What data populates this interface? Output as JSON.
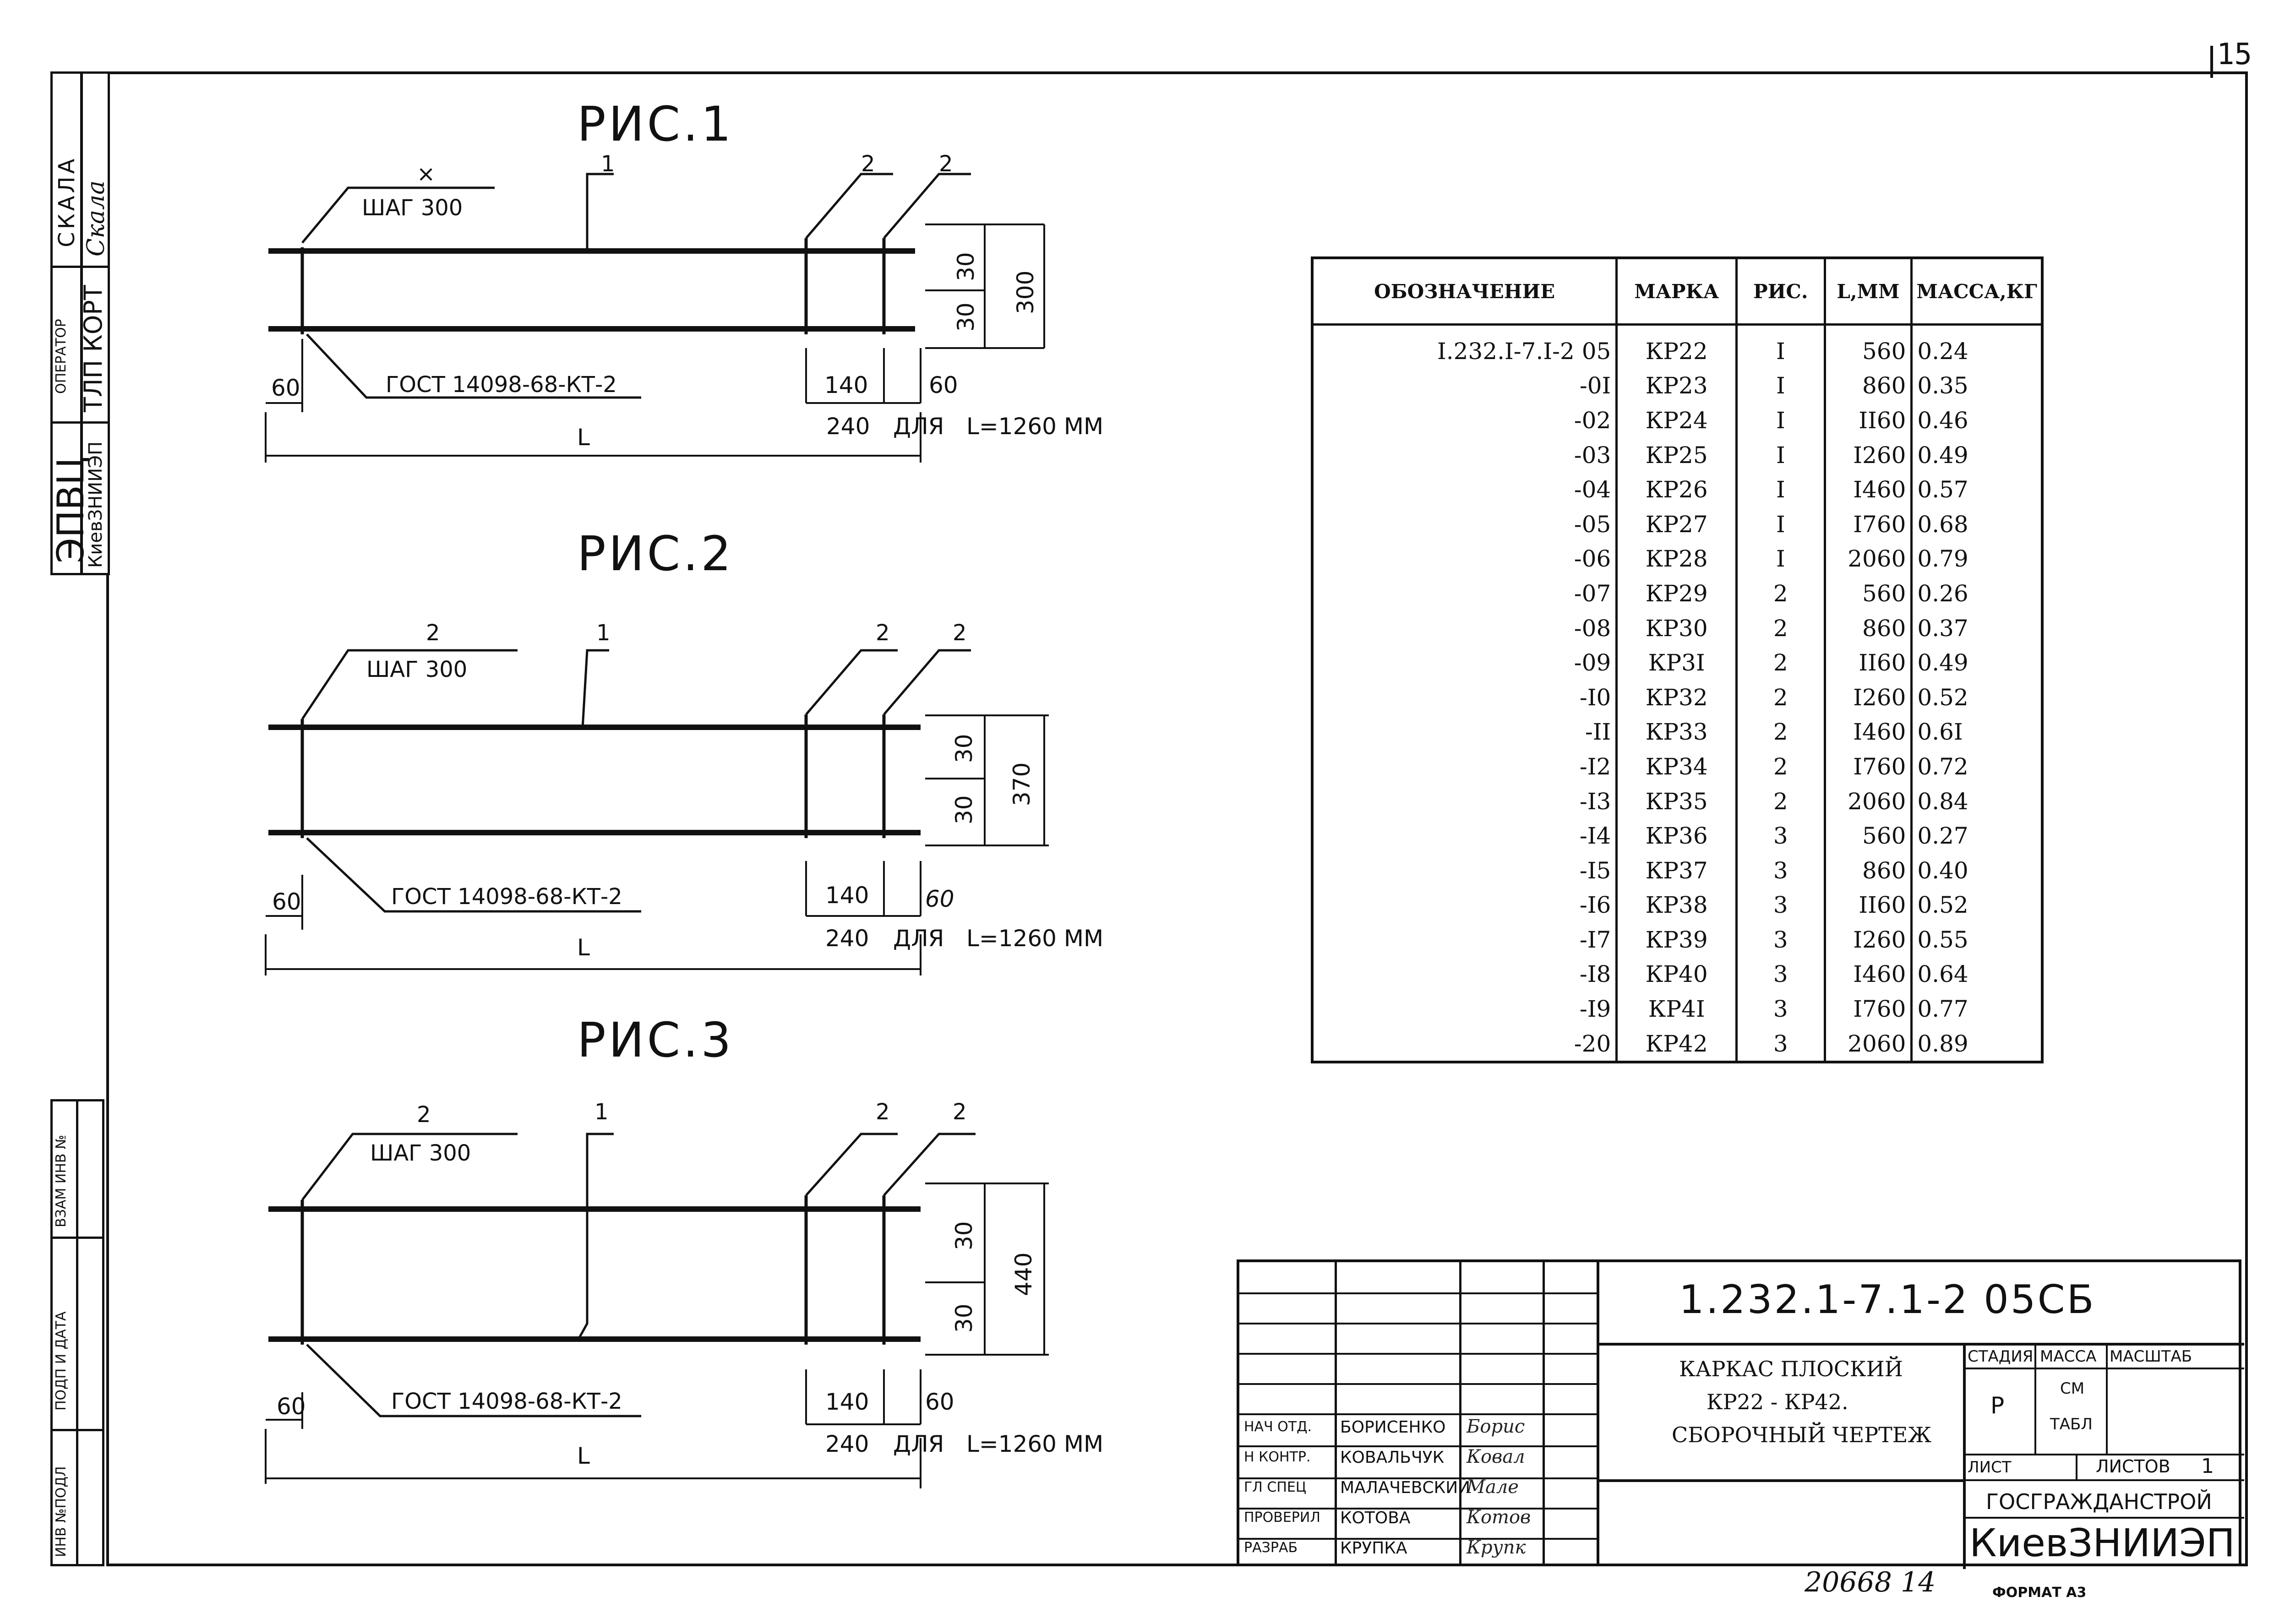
{
  "sheet_number": "15",
  "side_panel": {
    "scale_label": "СКАЛА",
    "scale_signature": "Скала",
    "operator_label": "ОПЕРАТОР",
    "operator_name": "ТЛП КОРТ",
    "org_short": "ЭПВЦ",
    "org_name": "КиевЗНИИЭП",
    "stamp_fields": [
      "ВЗАМ ИНВ №",
      "ПОДП И ДАТА",
      "ИНВ №ПОДЛ"
    ]
  },
  "figures": [
    {
      "title": "РИС.1",
      "labels": {
        "step_mark": "×",
        "main_mark": "1",
        "end_mark_a": "2",
        "end_mark_b": "2"
      },
      "step": "ШАГ 300",
      "gost": "ГОСТ 14098-68-КТ-2",
      "dim_left": "60",
      "dim_140": "140",
      "dim_60": "60",
      "dim_240": "240",
      "dim_note": "ДЛЯ",
      "dim_l_spec": "L=1260 ММ",
      "dim_total": "L",
      "dim_30_top": "30",
      "dim_30_bottom": "30",
      "dim_height": "300"
    },
    {
      "title": "РИС.2",
      "labels": {
        "step_mark": "2",
        "main_mark": "1",
        "end_mark_a": "2",
        "end_mark_b": "2"
      },
      "step": "ШАГ 300",
      "gost": "ГОСТ 14098-68-КТ-2",
      "dim_left": "60",
      "dim_140": "140",
      "dim_60": "60",
      "dim_240": "240",
      "dim_note": "ДЛЯ",
      "dim_l_spec": "L=1260 ММ",
      "dim_total": "L",
      "dim_30_top": "30",
      "dim_30_bottom": "30",
      "dim_height": "370"
    },
    {
      "title": "РИС.3",
      "labels": {
        "step_mark": "2",
        "main_mark": "1",
        "end_mark_a": "2",
        "end_mark_b": "2"
      },
      "step": "ШАГ 300",
      "gost": "ГОСТ 14098-68-КТ-2",
      "dim_left": "60",
      "dim_140": "140",
      "dim_60": "60",
      "dim_240": "240",
      "dim_note": "ДЛЯ",
      "dim_l_spec": "L=1260 ММ",
      "dim_total": "L",
      "dim_30_top": "30",
      "dim_30_bottom": "30",
      "dim_height": "440"
    }
  ],
  "spec_table": {
    "headers": [
      "ОБОЗНАЧЕНИЕ",
      "МАРКА",
      "РИС.",
      "L,ММ",
      "МАССА,КГ"
    ],
    "rows": [
      [
        "I.232.I-7.I-2 05",
        "КР22",
        "I",
        "560",
        "0.24"
      ],
      [
        "-0I",
        "КР23",
        "I",
        "860",
        "0.35"
      ],
      [
        "-02",
        "КР24",
        "I",
        "II60",
        "0.46"
      ],
      [
        "-03",
        "КР25",
        "I",
        "I260",
        "0.49"
      ],
      [
        "-04",
        "КР26",
        "I",
        "I460",
        "0.57"
      ],
      [
        "-05",
        "КР27",
        "I",
        "I760",
        "0.68"
      ],
      [
        "-06",
        "КР28",
        "I",
        "2060",
        "0.79"
      ],
      [
        "-07",
        "КР29",
        "2",
        "560",
        "0.26"
      ],
      [
        "-08",
        "КР30",
        "2",
        "860",
        "0.37"
      ],
      [
        "-09",
        "КР3I",
        "2",
        "II60",
        "0.49"
      ],
      [
        "-I0",
        "КР32",
        "2",
        "I260",
        "0.52"
      ],
      [
        "-II",
        "КР33",
        "2",
        "I460",
        "0.6I"
      ],
      [
        "-I2",
        "КР34",
        "2",
        "I760",
        "0.72"
      ],
      [
        "-I3",
        "КР35",
        "2",
        "2060",
        "0.84"
      ],
      [
        "-I4",
        "КР36",
        "3",
        "560",
        "0.27"
      ],
      [
        "-I5",
        "КР37",
        "3",
        "860",
        "0.40"
      ],
      [
        "-I6",
        "КР38",
        "3",
        "II60",
        "0.52"
      ],
      [
        "-I7",
        "КР39",
        "3",
        "I260",
        "0.55"
      ],
      [
        "-I8",
        "КР40",
        "3",
        "I460",
        "0.64"
      ],
      [
        "-I9",
        "КР4I",
        "3",
        "I760",
        "0.77"
      ],
      [
        "-20",
        "КР42",
        "3",
        "2060",
        "0.89"
      ]
    ]
  },
  "title_block": {
    "code": "1.232.1-7.1-2 05СБ",
    "name_lines": [
      "КАРКАС ПЛОСКИЙ",
      "КР22 - КР42.",
      "СБОРОЧНЫЙ ЧЕРТЕЖ"
    ],
    "stage_label": "СТАДИЯ",
    "stage_value": "Р",
    "mass_label": "МАССА",
    "mass_value_1": "СМ",
    "mass_value_2": "ТАБЛ",
    "scale_label": "МАСШТАБ",
    "sheet_label": "ЛИСТ",
    "sheets_label": "ЛИСТОВ",
    "sheets_value": "1",
    "org_1": "ГОСГРАЖДАНСТРОЙ",
    "org_2": "КиевЗНИИЭП",
    "roles": [
      {
        "role": "НАЧ ОТД.",
        "name": "БОРИСЕНКО",
        "sig": "Борис"
      },
      {
        "role": "Н КОНТР.",
        "name": "КОВАЛЬЧУК",
        "sig": "Ковал"
      },
      {
        "role": "ГЛ СПЕЦ",
        "name": "МАЛАЧЕВСКИЙ",
        "sig": "Мале"
      },
      {
        "role": "ПРОВЕРИЛ",
        "name": "КОТОВА",
        "sig": "Котов"
      },
      {
        "role": "РАЗРАБ",
        "name": "КРУПКА",
        "sig": "Крупк"
      }
    ]
  },
  "inventory_number": "20668 14",
  "format": "ФОРМАТ А3"
}
